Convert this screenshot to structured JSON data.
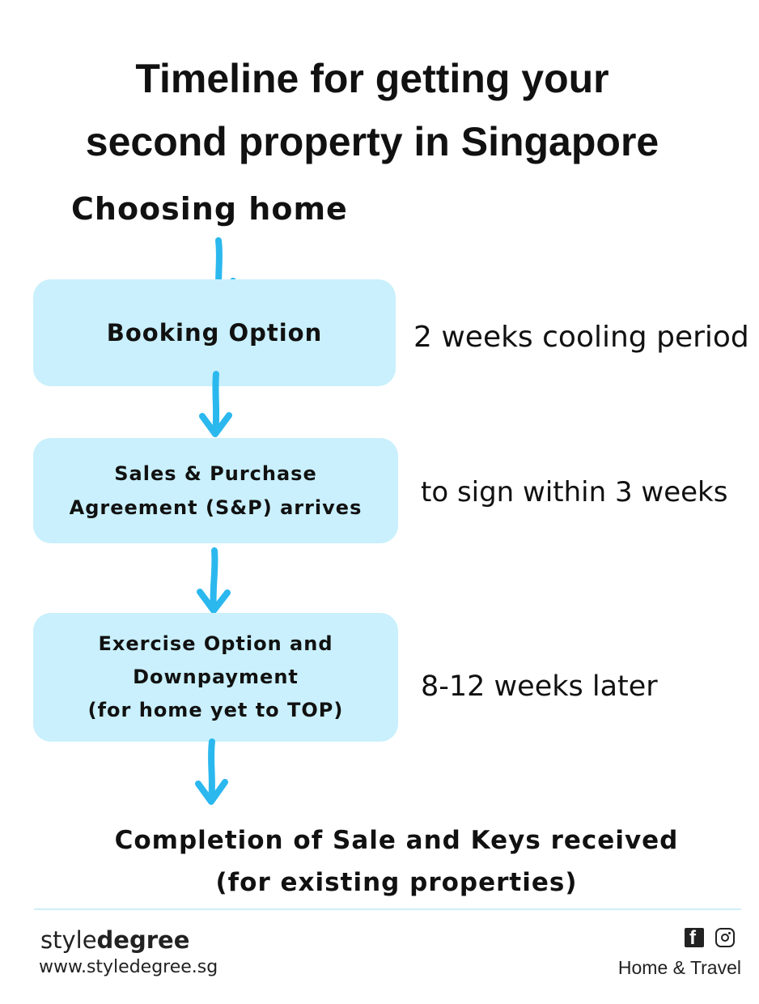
{
  "title": {
    "line1": "Timeline for getting your",
    "line2": "second property in Singapore"
  },
  "start_label": "Choosing home",
  "steps": [
    {
      "lines": [
        "Booking Option"
      ],
      "note": "2 weeks cooling period"
    },
    {
      "lines": [
        "Sales & Purchase",
        "Agreement (S&P) arrives"
      ],
      "note": "to sign within 3 weeks"
    },
    {
      "lines": [
        "Exercise Option and",
        "Downpayment",
        "(for home yet to TOP)"
      ],
      "note": "8-12 weeks later"
    }
  ],
  "end_label": {
    "line1": "Completion of Sale and Keys received",
    "line2": "(for existing properties)"
  },
  "footer": {
    "brand_prefix": "style",
    "brand_bold": "degree",
    "website": "www.styledegree.sg",
    "tagline": "Home & Travel",
    "social_icons": [
      "facebook-icon",
      "instagram-icon"
    ]
  },
  "colors": {
    "box_fill": "#c9f0fc",
    "arrow": "#2bb8ee",
    "text": "#111111"
  }
}
